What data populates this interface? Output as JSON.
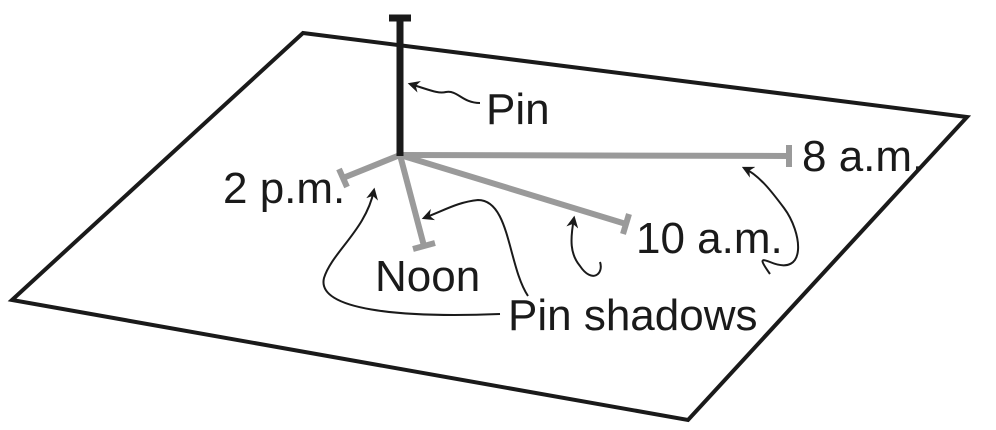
{
  "labels": {
    "pin": "Pin",
    "shadow_8am": "8 a.m.",
    "shadow_2pm": "2 p.m.",
    "shadow_10am": "10 a.m.",
    "shadow_noon": "Noon",
    "pin_shadows": "Pin shadows"
  },
  "colors": {
    "outline": "#1a1a1a",
    "pin": "#1a1a1a",
    "shadow": "#9a9a9a",
    "background": "#ffffff"
  }
}
